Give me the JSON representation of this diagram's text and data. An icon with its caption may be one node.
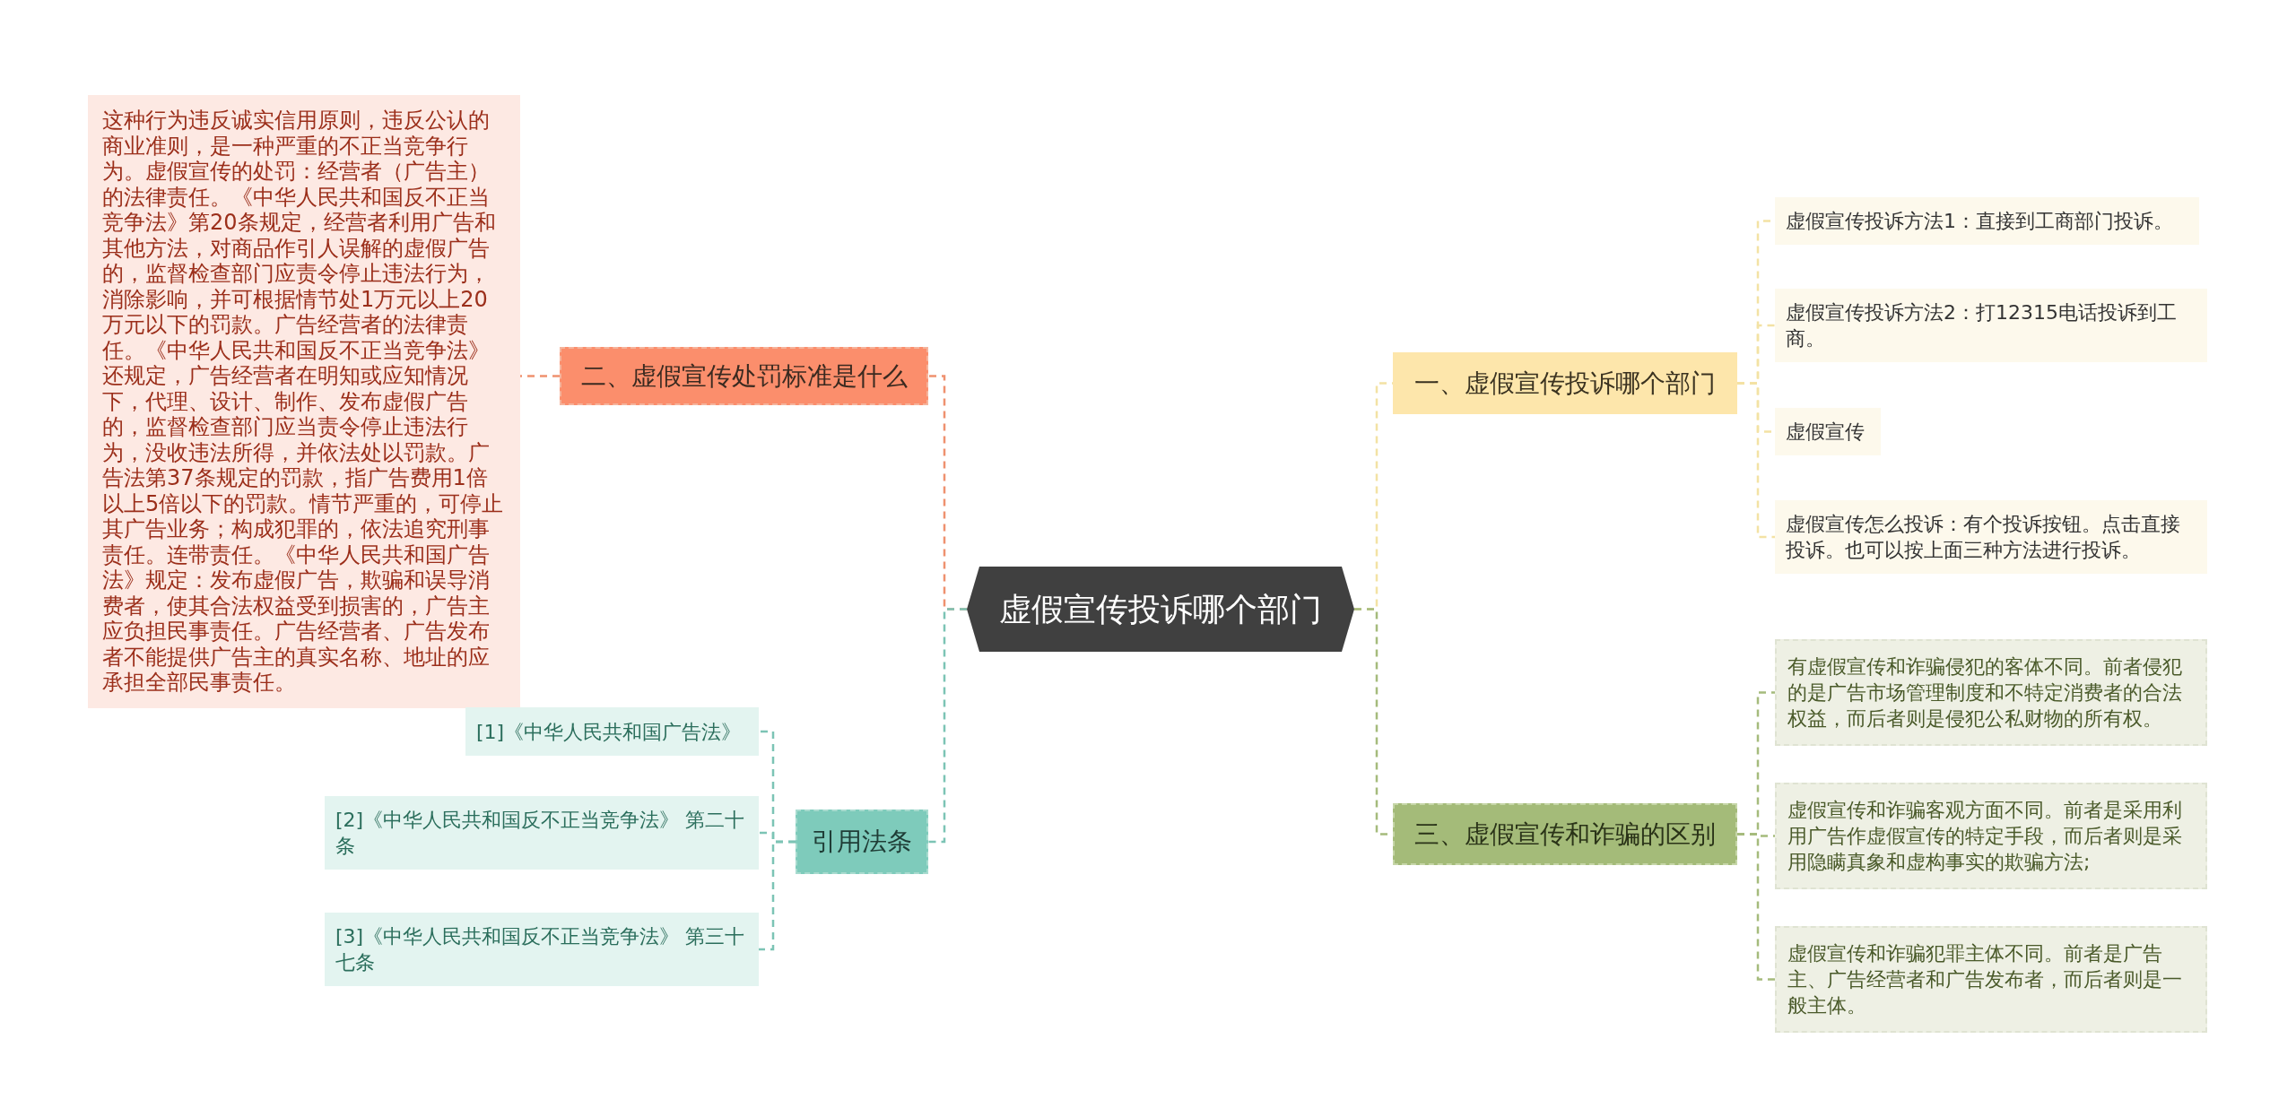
{
  "diagram": {
    "nodes": [
      {
        "text": [
          "虚假宣传投诉哪个部门"
        ]
      },
      {
        "text": [
          "二、虚假宣传处罚标准是什么"
        ]
      },
      {
        "text": [
          "这种行为违反诚实信用原则，违反公认的商业准则，是一种严重的不正当竞争行为。虚假宣传的处罚：经营者（广告主）的法律责任。《中华人民共和国反不正当竞争法》第20条规定，经营者利用广告和其他方法，对商品作引人误解的虚假广告的，监督检查部门应责令停止违法行为，消除影响，并可根据情节处1万元以上20万元以下的罚款。广告经营者的法律责任。《中华人民共和国反不正当竞争法》还规定，广告经营者在明知或应知情况下，代理、设计、制作、发布虚假广告的，监督检查部门应当责令停止违法行为，没收违法所得，并依法处以罚款。广告法第37条规定的罚款，指广告费用1倍以上5倍以下的罚款。情节严重的，可停止其广告业务；构成犯罪的，依法追究刑事责任。连带责任。《中华人民共和国广告法》规定：发布虚假广告，欺骗和误导消费者，使其合法权益受到损害的，广告主应负担民事责任。广告经营者、广告发布者不能提供广告主的真实名称、地址的应承担全部民事责任。"
        ]
      },
      {
        "text": [
          "引用法条"
        ]
      },
      {
        "text": [
          "[1]《中华人民共和国广告法》"
        ]
      },
      {
        "text": [
          "[2]《中华人民共和国反不正当竞争法》 第二十条"
        ]
      },
      {
        "text": [
          "[3]《中华人民共和国反不正当竞争法》 第三十七条"
        ]
      },
      {
        "text": [
          "一、虚假宣传投诉哪个部门"
        ]
      },
      {
        "text": [
          "虚假宣传投诉方法1：直接到工商部门投诉。"
        ]
      },
      {
        "text": [
          "虚假宣传投诉方法2：打12315电话投诉到工商。"
        ]
      },
      {
        "text": [
          "虚假宣传"
        ]
      },
      {
        "text": [
          "虚假宣传怎么投诉：有个投诉按钮。点击直接投诉。也可以按上面三种方法进行投诉。"
        ]
      },
      {
        "text": [
          "三、虚假宣传和诈骗的区别"
        ]
      },
      {
        "text": [
          "有虚假宣传和诈骗侵犯的客体不同。前者侵犯的是广告市场管理制度和不特定消费者的合法权益，而后者则是侵犯公私财物的所有权。"
        ]
      },
      {
        "text": [
          "虚假宣传和诈骗客观方面不同。前者是采用利用广告作虚假宣传的特定手段，而后者则是采用隐瞒真象和虚构事实的欺骗方法;"
        ]
      },
      {
        "text": [
          "虚假宣传和诈骗犯罪主体不同。前者是广告主、广告经营者和广告发布者，而后者则是一般主体。"
        ]
      }
    ],
    "edges": [
      {
        "from": 0,
        "to": 1,
        "arrow": "none",
        "color": "#ef916f"
      },
      {
        "from": 1,
        "to": 2,
        "arrow": "none",
        "color": "#ef916f"
      },
      {
        "from": 0,
        "to": 3,
        "arrow": "none",
        "color": "#7cc4b5"
      },
      {
        "from": 3,
        "to": 4,
        "arrow": "none",
        "color": "#7cc4b5"
      },
      {
        "from": 3,
        "to": 5,
        "arrow": "none",
        "color": "#7cc4b5"
      },
      {
        "from": 3,
        "to": 6,
        "arrow": "none",
        "color": "#7cc4b5"
      },
      {
        "from": 0,
        "to": 7,
        "arrow": "none"
      },
      {
        "from": 7,
        "to": 8,
        "arrow": "none"
      },
      {
        "from": 7,
        "to": 9,
        "arrow": "none"
      },
      {
        "from": 7,
        "to": 10,
        "arrow": "none"
      },
      {
        "from": 7,
        "to": 11,
        "arrow": "none"
      },
      {
        "from": 0,
        "to": 12,
        "arrow": "none",
        "color": "#a5bb7c"
      },
      {
        "from": 12,
        "to": 13,
        "arrow": "none",
        "color": "#a5bb7c"
      },
      {
        "from": 12,
        "to": 14,
        "arrow": "none",
        "color": "#a5bb7c"
      },
      {
        "from": 12,
        "to": 15,
        "arrow": "none",
        "color": "#a5bb7c"
      }
    ]
  }
}
